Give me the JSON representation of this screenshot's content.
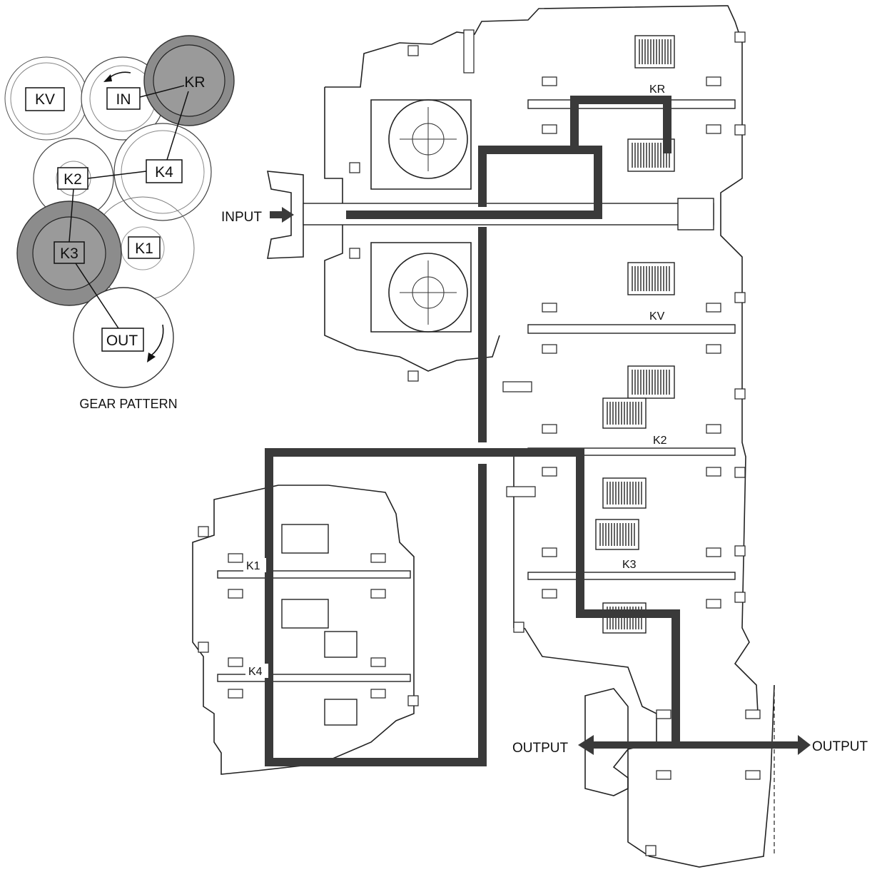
{
  "gear_pattern": {
    "caption": "GEAR PATTERN",
    "gears": [
      {
        "id": "KV",
        "label": "KV",
        "shaded": false
      },
      {
        "id": "IN",
        "label": "IN",
        "shaded": false
      },
      {
        "id": "KR",
        "label": "KR",
        "shaded": true
      },
      {
        "id": "K2",
        "label": "K2",
        "shaded": false
      },
      {
        "id": "K4",
        "label": "K4",
        "shaded": false
      },
      {
        "id": "K3",
        "label": "K3",
        "shaded": true
      },
      {
        "id": "K1",
        "label": "K1",
        "shaded": false
      },
      {
        "id": "OUT",
        "label": "OUT",
        "shaded": false
      }
    ],
    "power_path": [
      "KR",
      "K4",
      "K2",
      "K3",
      "OUT"
    ],
    "colors": {
      "shaded": "#8c8c8c",
      "path": "#3a3a3a"
    }
  },
  "section": {
    "flow_labels": {
      "input": "INPUT",
      "output_left": "OUTPUT",
      "output_right": "OUTPUT"
    },
    "clutches": {
      "kr": "KR",
      "kv": "KV",
      "k2": "K2",
      "k3": "K3",
      "k1": "K1",
      "k4": "K4"
    }
  }
}
